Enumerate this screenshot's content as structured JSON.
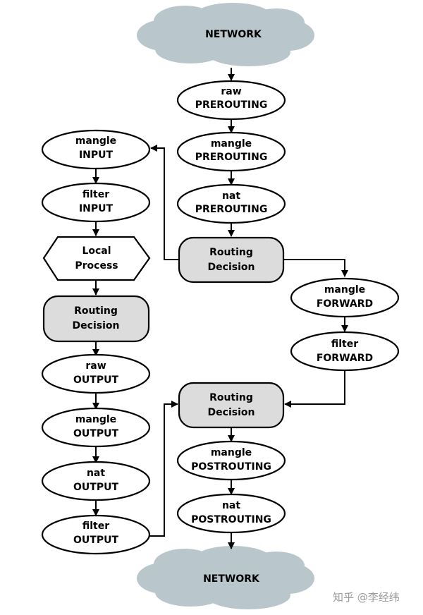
{
  "clouds": {
    "top": {
      "label": "NETWORK"
    },
    "bottom": {
      "label": "NETWORK"
    }
  },
  "nodes": {
    "raw_prerouting": [
      "raw",
      "PREROUTING"
    ],
    "mangle_prerouting": [
      "mangle",
      "PREROUTING"
    ],
    "nat_prerouting": [
      "nat",
      "PREROUTING"
    ],
    "routing_decision_1": [
      "Routing",
      "Decision"
    ],
    "mangle_input": [
      "mangle",
      "INPUT"
    ],
    "filter_input": [
      "filter",
      "INPUT"
    ],
    "local_process": [
      "Local",
      "Process"
    ],
    "routing_decision_2": [
      "Routing",
      "Decision"
    ],
    "raw_output": [
      "raw",
      "OUTPUT"
    ],
    "mangle_output": [
      "mangle",
      "OUTPUT"
    ],
    "nat_output": [
      "nat",
      "OUTPUT"
    ],
    "filter_output": [
      "filter",
      "OUTPUT"
    ],
    "mangle_forward": [
      "mangle",
      "FORWARD"
    ],
    "filter_forward": [
      "filter",
      "FORWARD"
    ],
    "routing_decision_3": [
      "Routing",
      "Decision"
    ],
    "mangle_postrouting": [
      "mangle",
      "POSTROUTING"
    ],
    "nat_postrouting": [
      "nat",
      "POSTROUTING"
    ]
  },
  "watermark": "知乎 @李经纬"
}
